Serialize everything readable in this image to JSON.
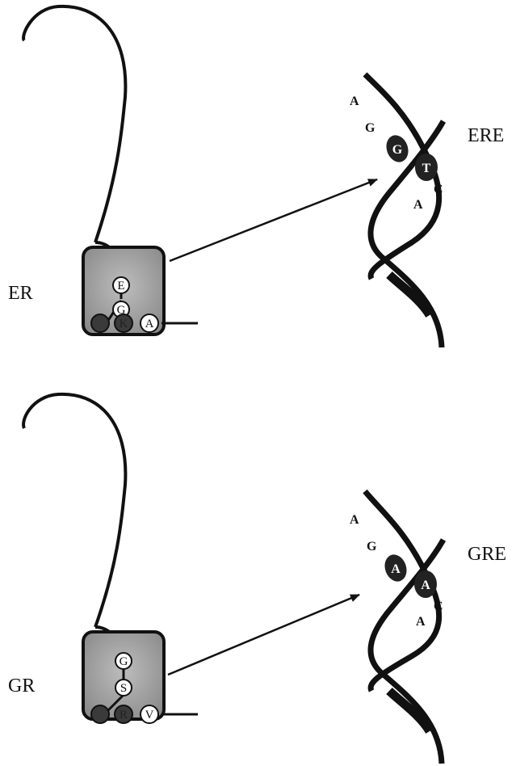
{
  "panels": [
    {
      "receptor_label": "ER",
      "element_label": "ERE",
      "domain_residues": {
        "top": "E",
        "middle": "G",
        "bottom_left": "",
        "bottom_mid": "K",
        "bottom_right": "A"
      },
      "dna_bases": {
        "b1": "A",
        "b2": "G",
        "b3": "G",
        "b4": "T",
        "b5": "C",
        "b6": "A"
      }
    },
    {
      "receptor_label": "GR",
      "element_label": "GRE",
      "domain_residues": {
        "top": "G",
        "middle": "S",
        "bottom_left": "",
        "bottom_mid": "R",
        "bottom_right": "V"
      },
      "dna_bases": {
        "b1": "A",
        "b2": "G",
        "b3": "A",
        "b4": "A",
        "b5": "C",
        "b6": "A"
      }
    }
  ],
  "colors": {
    "stroke": "#111111",
    "domain_fill": "#9a9a9a",
    "dark_residue": "#3a3a3a",
    "light_residue": "#ffffff"
  }
}
